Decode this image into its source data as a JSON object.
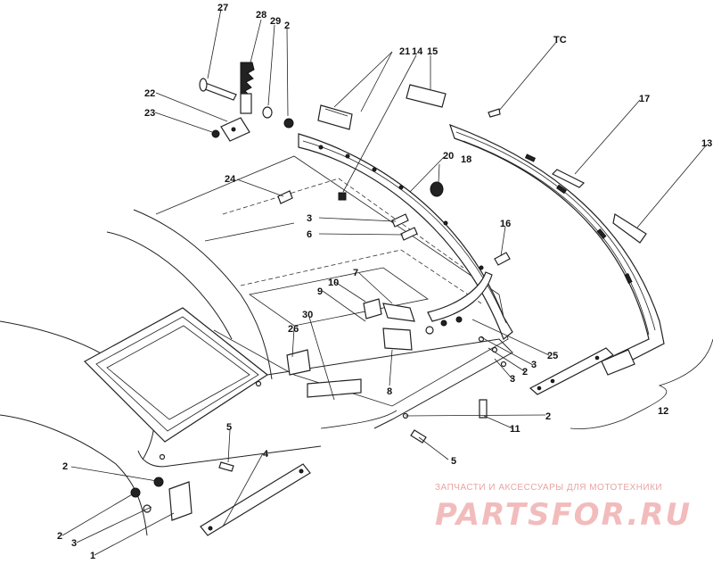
{
  "callouts": [
    {
      "id": "c27a",
      "text": "27"
    },
    {
      "id": "c28",
      "text": "28"
    },
    {
      "id": "c29",
      "text": "29"
    },
    {
      "id": "c2a",
      "text": "2"
    },
    {
      "id": "c22",
      "text": "22"
    },
    {
      "id": "c23",
      "text": "23"
    },
    {
      "id": "c21",
      "text": "21"
    },
    {
      "id": "c14",
      "text": "14"
    },
    {
      "id": "c15",
      "text": "15"
    },
    {
      "id": "cTC",
      "text": "TC"
    },
    {
      "id": "c17",
      "text": "17"
    },
    {
      "id": "c13",
      "text": "13"
    },
    {
      "id": "c20",
      "text": "20"
    },
    {
      "id": "c18",
      "text": "18"
    },
    {
      "id": "c24",
      "text": "24"
    },
    {
      "id": "c3a",
      "text": "3"
    },
    {
      "id": "c6",
      "text": "6"
    },
    {
      "id": "c16",
      "text": "16"
    },
    {
      "id": "c7",
      "text": "7"
    },
    {
      "id": "c10",
      "text": "10"
    },
    {
      "id": "c9",
      "text": "9"
    },
    {
      "id": "c30",
      "text": "30"
    },
    {
      "id": "c26",
      "text": "26"
    },
    {
      "id": "c8",
      "text": "8"
    },
    {
      "id": "c25",
      "text": "25"
    },
    {
      "id": "c3b",
      "text": "3"
    },
    {
      "id": "c2b",
      "text": "2"
    },
    {
      "id": "c3c",
      "text": "3"
    },
    {
      "id": "c2c",
      "text": "2"
    },
    {
      "id": "c11",
      "text": "11"
    },
    {
      "id": "c12",
      "text": "12"
    },
    {
      "id": "c5a",
      "text": "5"
    },
    {
      "id": "c5b",
      "text": "5"
    },
    {
      "id": "c4",
      "text": "4"
    },
    {
      "id": "c2d",
      "text": "2"
    },
    {
      "id": "c2e",
      "text": "2"
    },
    {
      "id": "c3d",
      "text": "3"
    },
    {
      "id": "c1",
      "text": "1"
    }
  ],
  "watermark": {
    "tagline": "ЗАПЧАСТИ И АКСЕССУАРЫ ДЛЯ МОТОТЕХНИКИ",
    "logo": "PARTSFOR.RU"
  },
  "colors": {
    "line": "#222222",
    "watermark": "#f2bcbc",
    "background": "#ffffff"
  }
}
